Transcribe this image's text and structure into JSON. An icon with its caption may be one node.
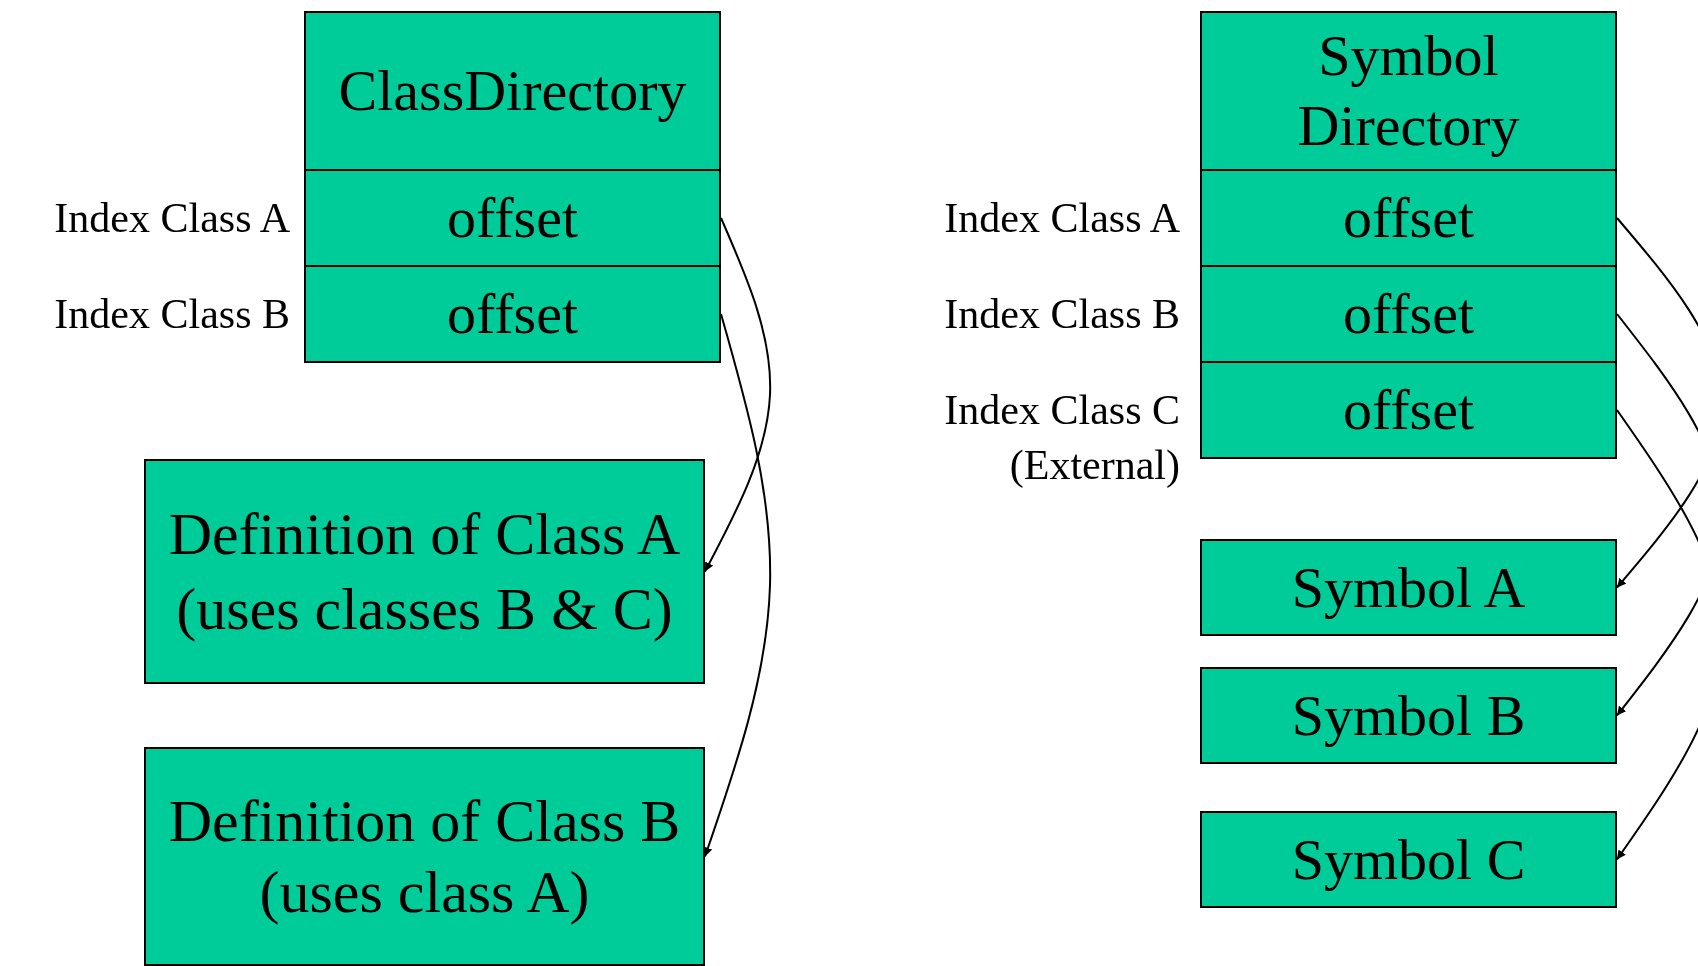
{
  "diagram": {
    "nodes": [
      {
        "text": [
          "ClassDirectory"
        ]
      },
      {
        "text": [
          "offset"
        ],
        "beside": [
          "Index Class A"
        ]
      },
      {
        "text": [
          "offset"
        ],
        "beside": [
          "Index Class B"
        ]
      },
      {
        "text": [
          "Definition of Class A (uses classes B & C)"
        ]
      },
      {
        "text": [
          "Definition of Class B (uses class A)"
        ]
      },
      {
        "text": [
          "Symbol Directory"
        ]
      },
      {
        "text": [
          "offset"
        ],
        "beside": [
          "Index Class A"
        ]
      },
      {
        "text": [
          "offset"
        ],
        "beside": [
          "Index Class B"
        ]
      },
      {
        "text": [
          "offset"
        ],
        "beside": [
          "Index Class C (External)"
        ]
      },
      {
        "text": [
          "Symbol A"
        ]
      },
      {
        "text": [
          "Symbol B"
        ]
      },
      {
        "text": [
          "Symbol C"
        ]
      }
    ],
    "edges": [
      {
        "from": 1,
        "to": 3,
        "arrow": "to"
      },
      {
        "from": 2,
        "to": 4,
        "arrow": "to"
      },
      {
        "from": 6,
        "to": 9,
        "arrow": "to"
      },
      {
        "from": 7,
        "to": 10,
        "arrow": "to"
      },
      {
        "from": 8,
        "to": 11,
        "arrow": "to"
      }
    ]
  }
}
